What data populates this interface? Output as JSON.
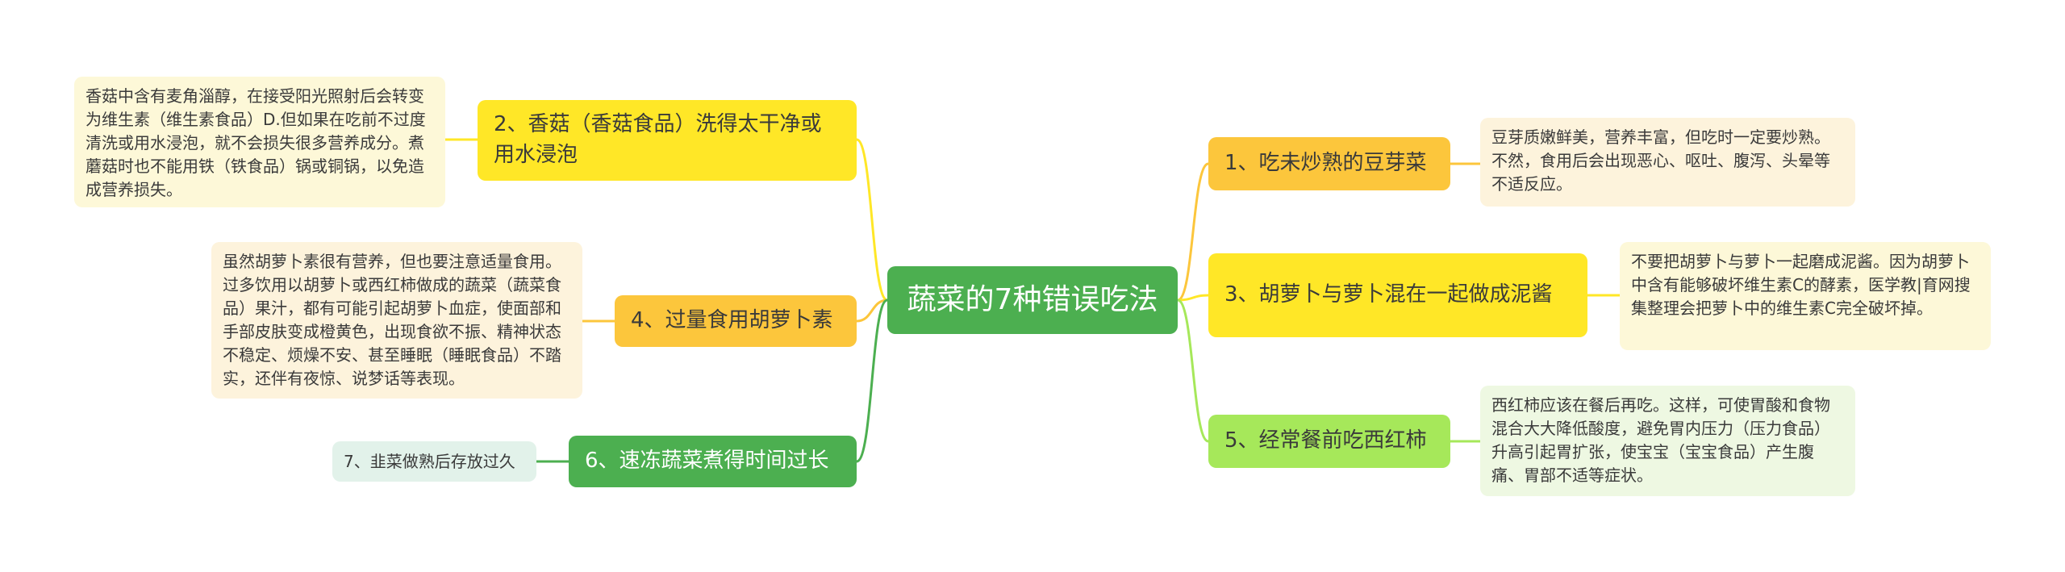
{
  "colors": {
    "root": "#4caf50",
    "yellow": "#ffe727",
    "orange": "#fcc63c",
    "lime": "#a6e85a",
    "green": "#4caf50",
    "note_yellow": "#fdf8d8",
    "note_orange": "#fdf3dc",
    "note_green": "#eef8e2",
    "note_teal": "#e2f2ea"
  },
  "root": {
    "title": "蔬菜的7种错误吃法"
  },
  "right": [
    {
      "label": "1、吃未炒熟的豆芽菜",
      "note": "豆芽质嫩鲜美，营养丰富，但吃时一定要炒熟。不然，食用后会出现恶心、呕吐、腹泻、头晕等不适反应。"
    },
    {
      "label": "3、胡萝卜与萝卜混在一起做成泥酱",
      "note": "不要把胡萝卜与萝卜一起磨成泥酱。因为胡萝卜中含有能够破坏维生素C的酵素，医学教|育网搜集整理会把萝卜中的维生素C完全破坏掉。"
    },
    {
      "label": "5、经常餐前吃西红柿",
      "note": "西红柿应该在餐后再吃。这样，可使胃酸和食物混合大大降低酸度，避免胃内压力（压力食品）升高引起胃扩张，使宝宝（宝宝食品）产生腹痛、胃部不适等症状。"
    }
  ],
  "left": [
    {
      "label": "2、香菇（香菇食品）洗得太干净或用水浸泡",
      "note": "香菇中含有麦角淄醇，在接受阳光照射后会转变为维生素（维生素食品）D.但如果在吃前不过度清洗或用水浸泡，就不会损失很多营养成分。煮蘑菇时也不能用铁（铁食品）锅或铜锅，以免造成营养损失。"
    },
    {
      "label": "4、过量食用胡萝卜素",
      "note": "虽然胡萝卜素很有营养，但也要注意适量食用。过多饮用以胡萝卜或西红柿做成的蔬菜（蔬菜食品）果汁，都有可能引起胡萝卜血症，使面部和手部皮肤变成橙黄色，出现食欲不振、精神状态不稳定、烦燥不安、甚至睡眠（睡眠食品）不踏实，还伴有夜惊、说梦话等表现。"
    },
    {
      "label": "6、速冻蔬菜煮得时间过长",
      "note": "7、韭菜做熟后存放过久"
    }
  ]
}
